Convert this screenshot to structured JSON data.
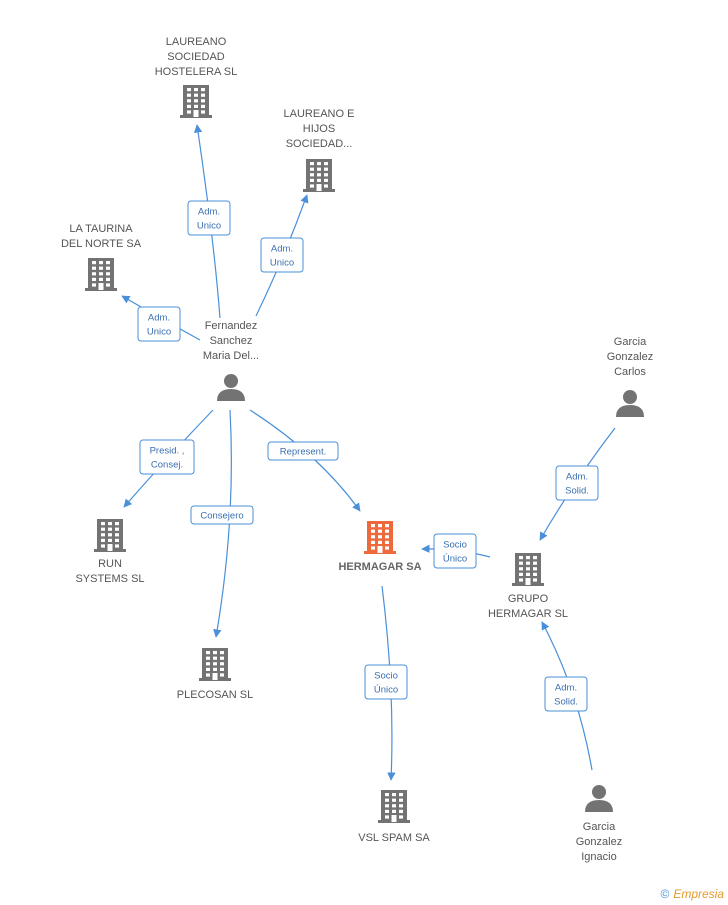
{
  "nodes": {
    "laureano_hostelera": {
      "lines": [
        "LAUREANO",
        "SOCIEDAD",
        "HOSTELERA SL"
      ],
      "type": "company"
    },
    "laureano_hijos": {
      "lines": [
        "LAUREANO E",
        "HIJOS",
        "SOCIEDAD..."
      ],
      "type": "company"
    },
    "la_taurina": {
      "lines": [
        "LA TAURINA",
        "DEL NORTE SA"
      ],
      "type": "company"
    },
    "fernandez": {
      "lines": [
        "Fernandez",
        "Sanchez",
        "Maria Del..."
      ],
      "type": "person"
    },
    "garcia_carlos": {
      "lines": [
        "Garcia",
        "Gonzalez",
        "Carlos"
      ],
      "type": "person"
    },
    "run_systems": {
      "lines": [
        "RUN",
        "SYSTEMS SL"
      ],
      "type": "company"
    },
    "hermagar": {
      "lines": [
        "HERMAGAR SA"
      ],
      "type": "company-main"
    },
    "grupo_hermagar": {
      "lines": [
        "GRUPO",
        "HERMAGAR SL"
      ],
      "type": "company"
    },
    "plecosan": {
      "lines": [
        "PLECOSAN SL"
      ],
      "type": "company"
    },
    "vsl_spam": {
      "lines": [
        "VSL SPAM SA"
      ],
      "type": "company"
    },
    "garcia_ignacio": {
      "lines": [
        "Garcia",
        "Gonzalez",
        "Ignacio"
      ],
      "type": "person"
    }
  },
  "edges": [
    {
      "from": "fernandez",
      "to": "laureano_hostelera",
      "label": [
        "Adm.",
        "Unico"
      ]
    },
    {
      "from": "fernandez",
      "to": "laureano_hijos",
      "label": [
        "Adm.",
        "Unico"
      ]
    },
    {
      "from": "fernandez",
      "to": "la_taurina",
      "label": [
        "Adm.",
        "Unico"
      ]
    },
    {
      "from": "fernandez",
      "to": "run_systems",
      "label": [
        "Presid. ,",
        "Consej."
      ]
    },
    {
      "from": "fernandez",
      "to": "plecosan",
      "label": [
        "Consejero"
      ]
    },
    {
      "from": "fernandez",
      "to": "hermagar",
      "label": [
        "Represent."
      ]
    },
    {
      "from": "garcia_carlos",
      "to": "grupo_hermagar",
      "label": [
        "Adm.",
        "Solid."
      ]
    },
    {
      "from": "grupo_hermagar",
      "to": "hermagar",
      "label": [
        "Socio",
        "Único"
      ]
    },
    {
      "from": "hermagar",
      "to": "vsl_spam",
      "label": [
        "Socio",
        "Único"
      ]
    },
    {
      "from": "garcia_ignacio",
      "to": "grupo_hermagar",
      "label": [
        "Adm.",
        "Solid."
      ]
    }
  ],
  "colors": {
    "edge": "#4a90d9",
    "node": "#737373",
    "main_node": "#ee6a3c"
  },
  "footer": {
    "copyright_symbol": "©",
    "brand": "Empresia"
  }
}
